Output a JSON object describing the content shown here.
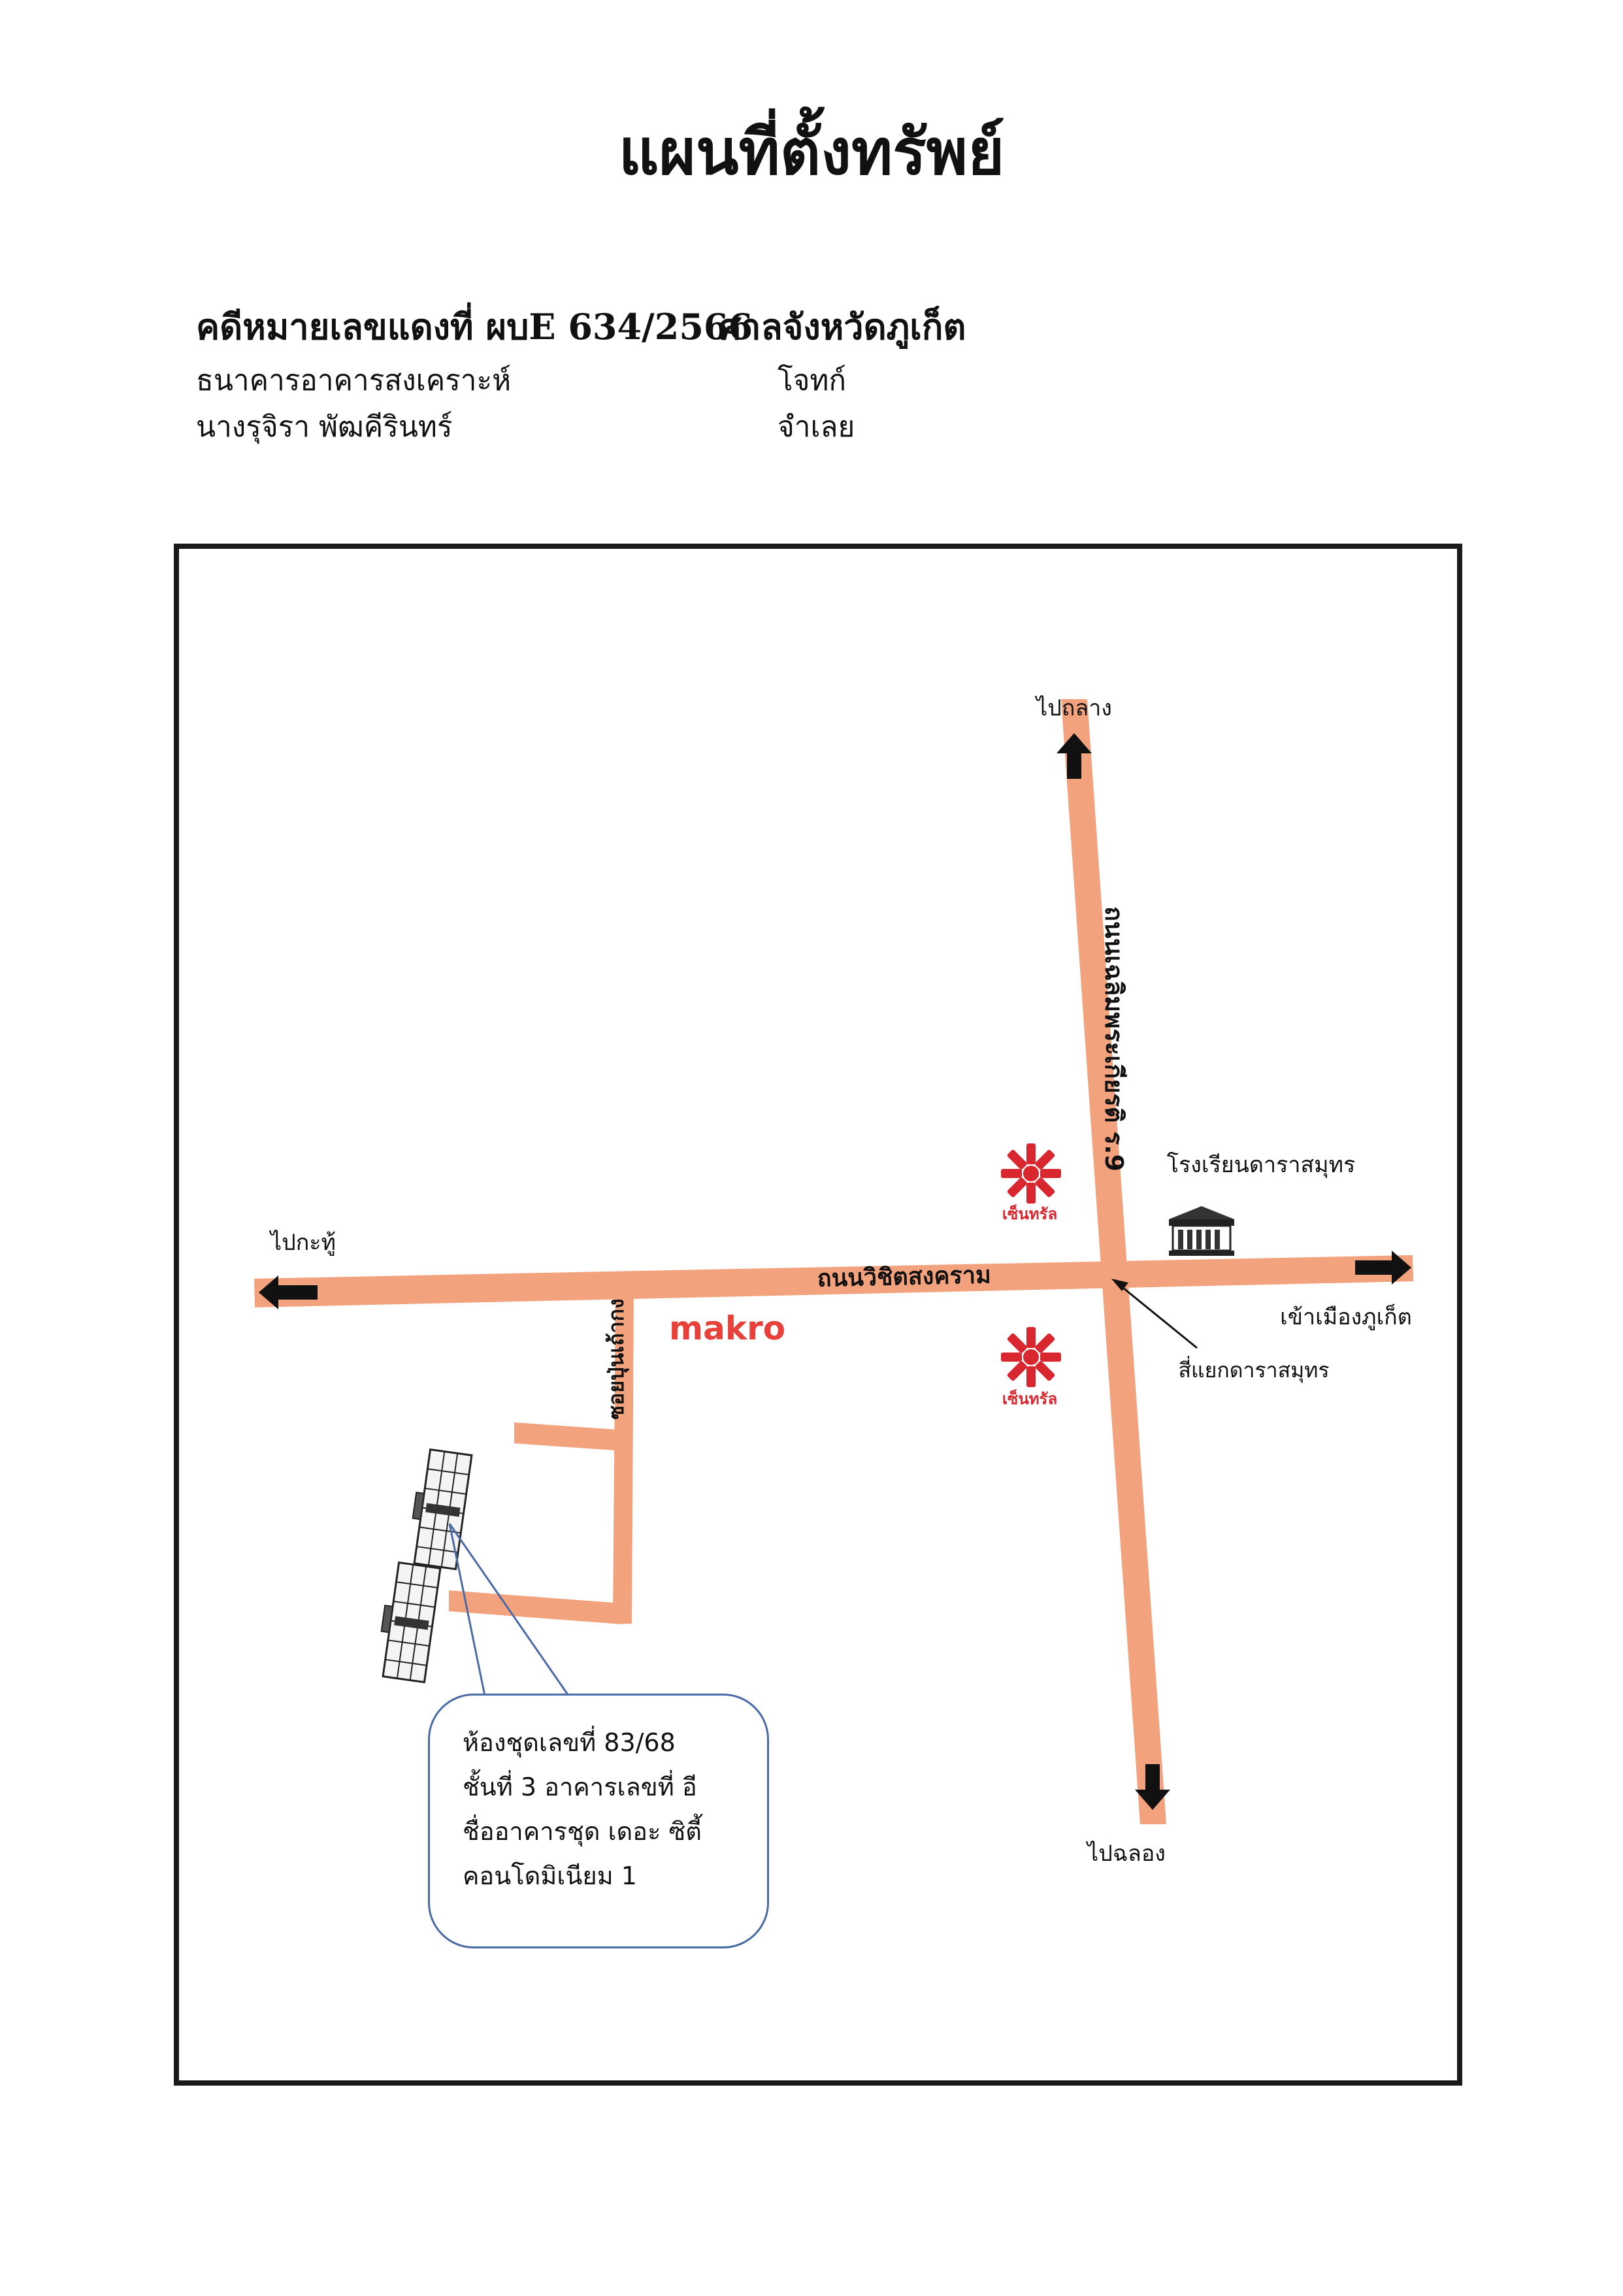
{
  "document": {
    "title": "แผนที่ตั้งทรัพย์",
    "case_line": "คดีหมายเลขแดงที่ ผบE 634/2566",
    "court": "ศาลจังหวัดภูเก็ต",
    "plaintiff_name": "ธนาคารอาคารสงเคราะห์",
    "plaintiff_role": "โจทก์",
    "defendant_name": "นางรุจิรา  พัฒคีรินทร์",
    "defendant_role": "จำเลย"
  },
  "map": {
    "road_color": "#f2a27c",
    "roads": {
      "east_west": "ถนนวิชิตสงคราม",
      "north_south": "ถนนเฉลิมพระเกียรติ ร.9",
      "soi": "ซอยปุ่นเถ้ากง"
    },
    "directions": {
      "north": "ไปถลาง",
      "south": "ไปฉลอง",
      "west": "ไปกะทู้",
      "east": "เข้าเมืองภูเก็ต"
    },
    "landmarks": {
      "school": "โรงเรียนดาราสมุทร",
      "intersection": "สี่แยกดาราสมุทร",
      "central_north": "เซ็นทรัล",
      "central_south": "เซ็นทรัล",
      "makro": "makro",
      "central_color": "#d8272f",
      "makro_color": "#e8403a"
    },
    "property_callout": {
      "line1": "ห้องชุดเลขที่ 83/68",
      "line2": "ชั้นที่ 3 อาคารเลขที่ อี",
      "line3": "ชื่ออาคารชุด เดอะ ซิตี้",
      "line4": "คอนโดมิเนียม 1"
    }
  }
}
